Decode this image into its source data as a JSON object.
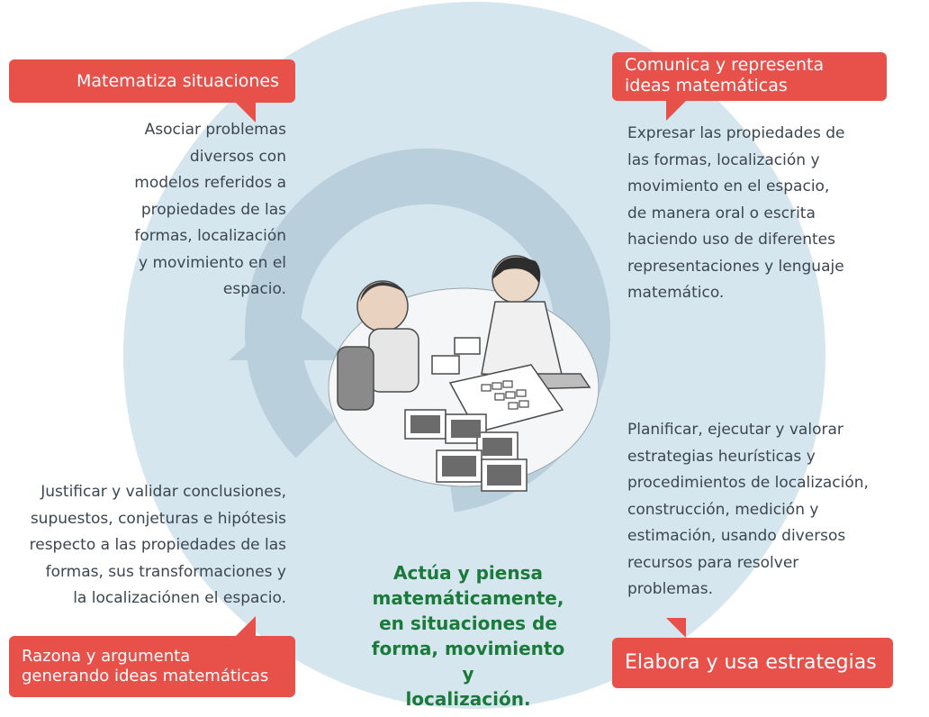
{
  "colors": {
    "background_circle": "#d6e6ef",
    "cycle_arrow": "#b9d0dc",
    "label_red": "#e8504a",
    "label_text": "#ffffff",
    "description_text": "#3c4650",
    "center_text": "#1a7a3a"
  },
  "labels": {
    "matematiza": "Matematiza situaciones",
    "comunica": "Comunica y representa ideas matemáticas",
    "razona": "Razona y argumenta generando ideas matemáticas",
    "elabora": "Elabora y usa estrategias"
  },
  "descriptions": {
    "matematiza": "Asociar problemas\ndiversos con\nmodelos referidos a\npropiedades de las\nformas, localización\ny movimiento en el\nespacio.",
    "comunica": "Expresar las propiedades de\nlas formas, localización y\nmovimiento en el espacio,\nde manera oral o escrita\nhaciendo uso de diferentes\nrepresentaciones y lenguaje\nmatemático.",
    "razona": "Justificar y validar conclusiones,\nsupuestos, conjeturas e hipótesis\nrespecto a las propiedades de las\nformas, sus transformaciones y\nla localizaciónen el espacio.",
    "elabora": "Planificar, ejecutar y valorar\nestrategias heurísticas y\nprocedimientos de localización,\nconstrucción, medición y\nestimación, usando diversos\nrecursos para resolver\nproblemas."
  },
  "center": {
    "text": "Actúa y piensa\nmatemáticamente,\nen situaciones de\nforma, movimiento y\nlocalización."
  },
  "illustration": {
    "icon": "children-playing-with-blocks-icon"
  }
}
